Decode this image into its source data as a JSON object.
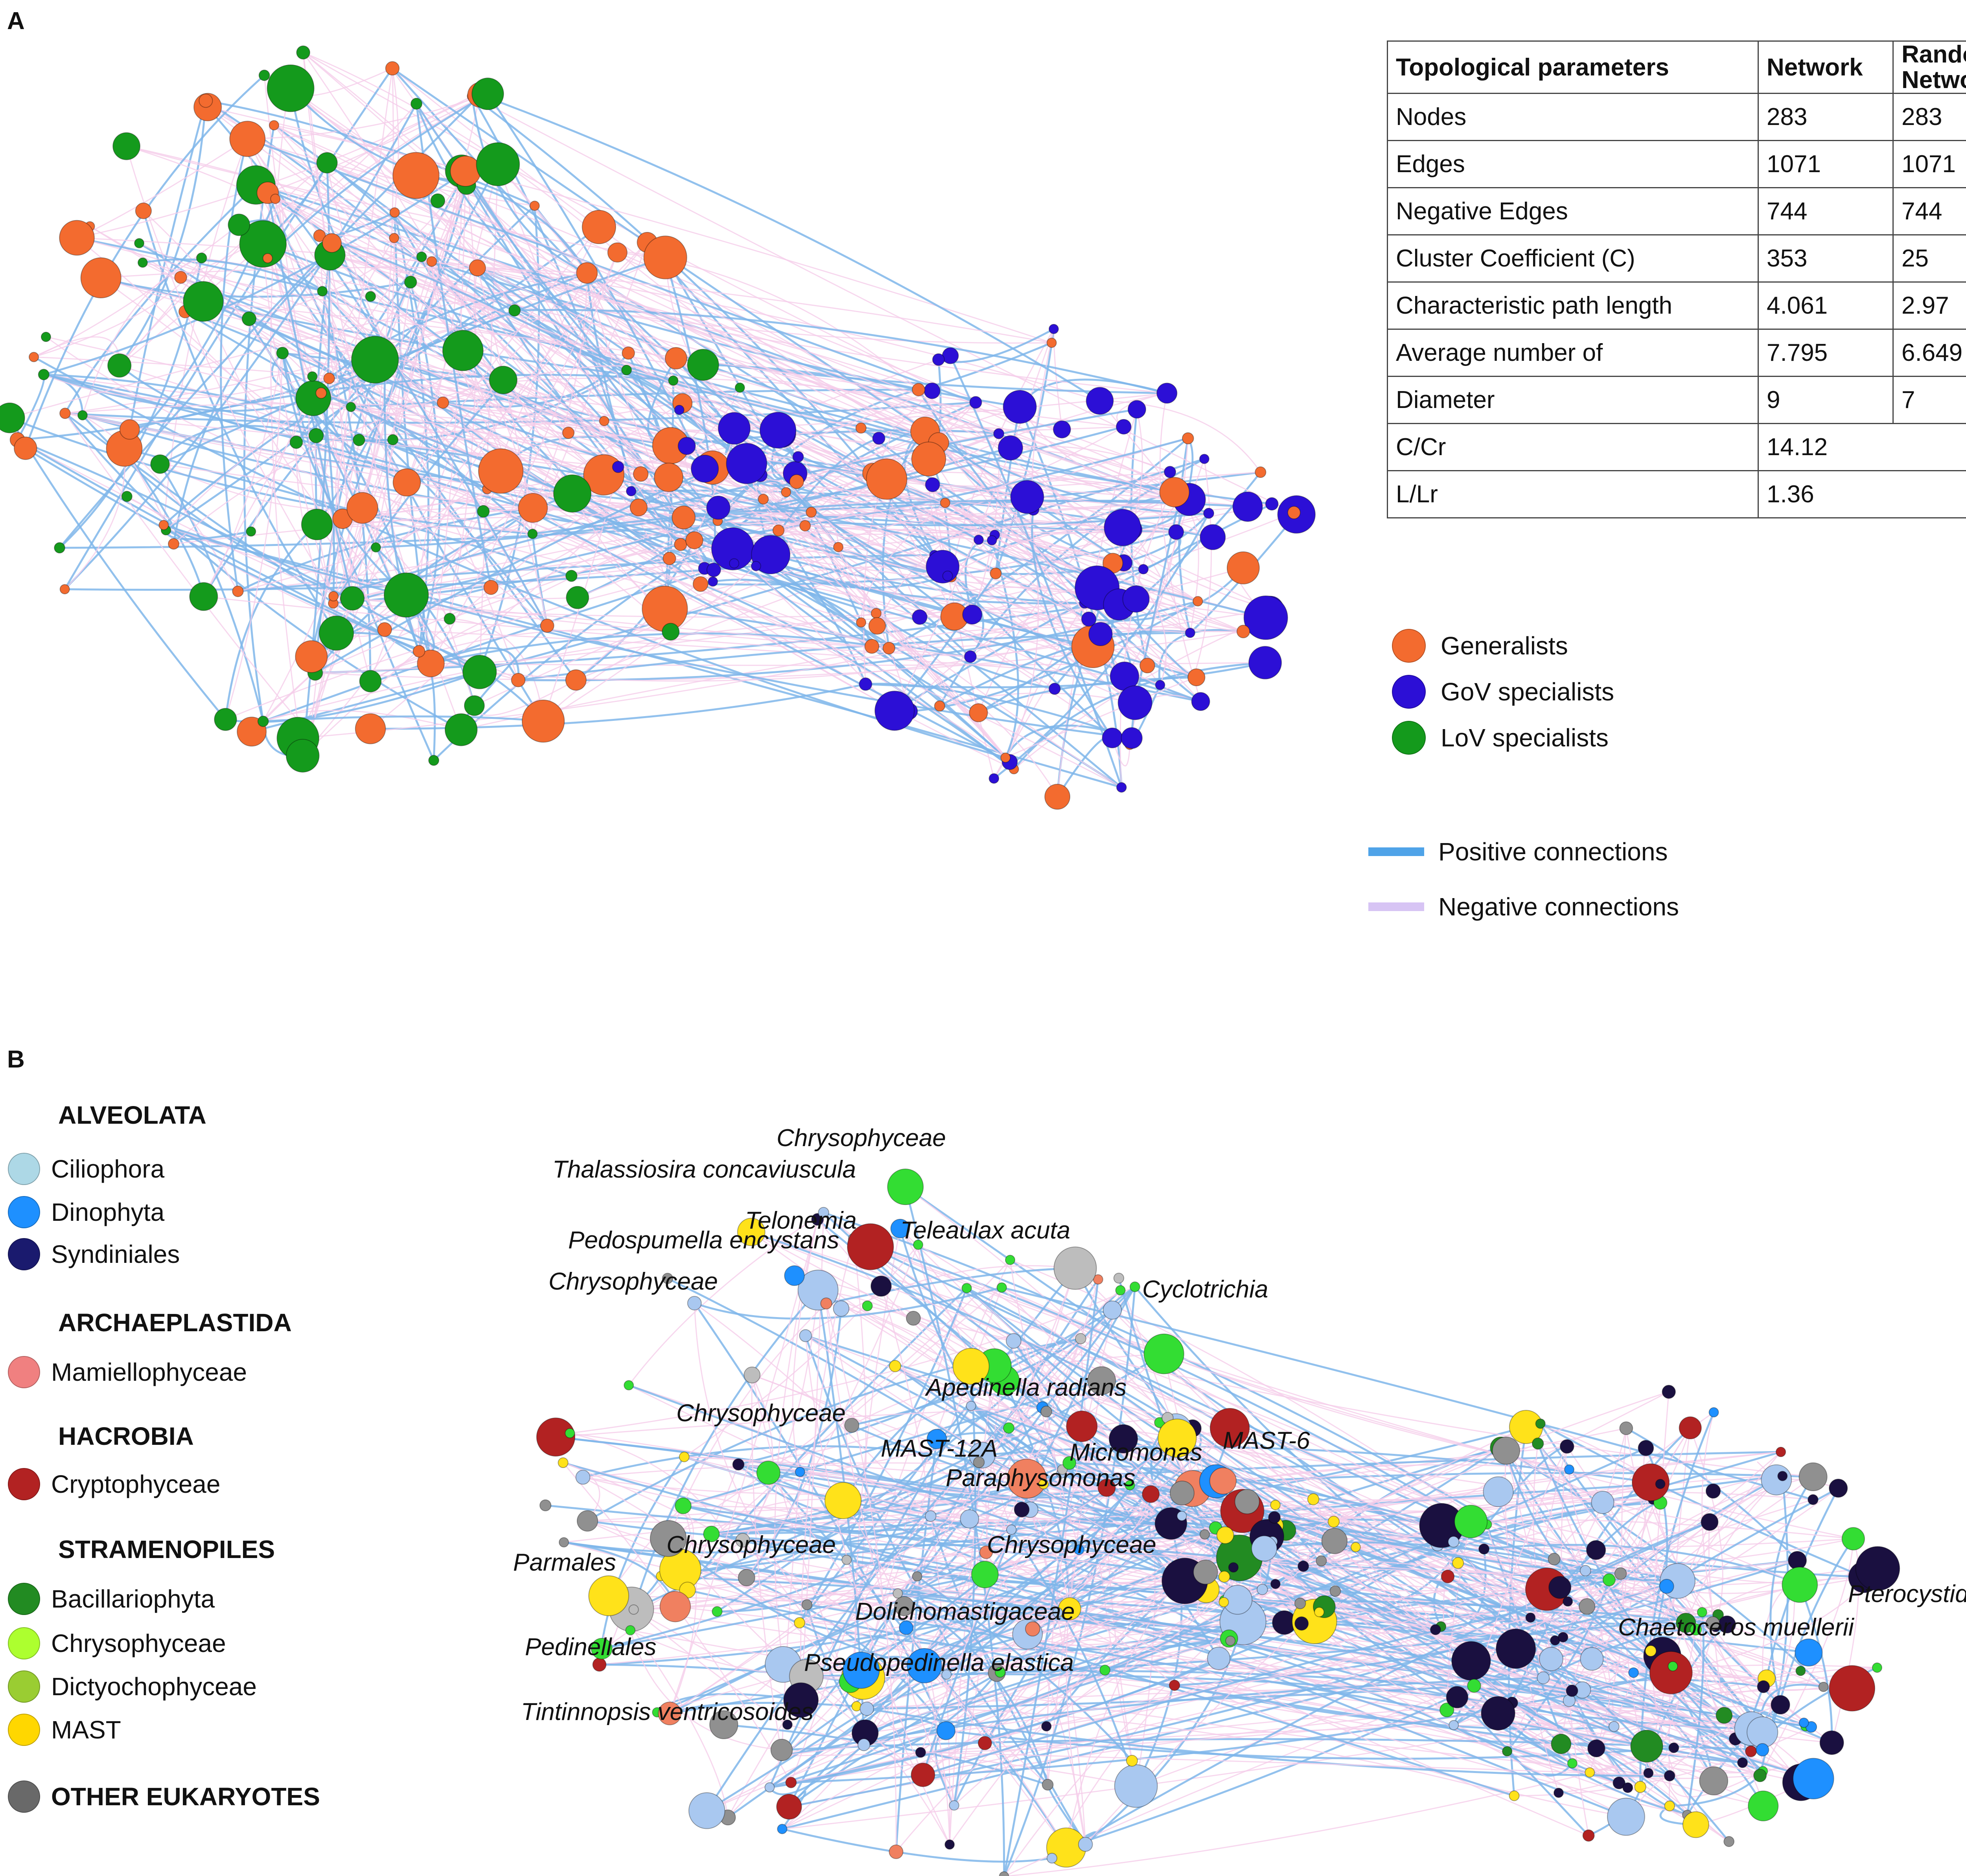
{
  "panel_a": {
    "label": "A",
    "table": {
      "header": [
        "Topological parameters",
        "Network",
        "Random Network"
      ],
      "rows": [
        [
          "Nodes",
          "283",
          "283"
        ],
        [
          "Edges",
          "1071",
          "1071"
        ],
        [
          "Negative Edges",
          "744",
          "744"
        ],
        [
          "Cluster Coefficient (C)",
          "353",
          "25"
        ],
        [
          "Characteristic path length",
          "4.061",
          "2.97"
        ],
        [
          "Average number of",
          "7.795",
          "6.649"
        ],
        [
          "Diameter",
          "9",
          "7"
        ]
      ],
      "span_rows": [
        [
          "C/Cr",
          "14.12"
        ],
        [
          "L/Lr",
          "1.36"
        ]
      ]
    },
    "node_legend": [
      {
        "label": "Generalists",
        "color": "#f36b2f"
      },
      {
        "label": "GoV specialists",
        "color": "#2c0fd6"
      },
      {
        "label": "LoV specialists",
        "color": "#149a1c"
      }
    ],
    "edge_legend": [
      {
        "label": "Positive connections",
        "color": "#4fa3e8"
      },
      {
        "label": "Negative connections",
        "color": "#d7c4f4"
      }
    ]
  },
  "panel_b": {
    "label": "B",
    "legend_groups": [
      {
        "heading": "ALVEOLATA",
        "items": [
          {
            "label": "Ciliophora",
            "color": "#add8e6"
          },
          {
            "label": "Dinophyta",
            "color": "#1e90ff"
          },
          {
            "label": "Syndiniales",
            "color": "#1a1a6e"
          }
        ]
      },
      {
        "heading": "ARCHAEPLASTIDA",
        "items": [
          {
            "label": "Mamiellophyceae",
            "color": "#f08080"
          }
        ]
      },
      {
        "heading": "HACROBIA",
        "items": [
          {
            "label": "Cryptophyceae",
            "color": "#b22222"
          }
        ]
      },
      {
        "heading": "STRAMENOPILES",
        "items": [
          {
            "label": "Bacillariophyta",
            "color": "#228b22"
          },
          {
            "label": "Chrysophyceae",
            "color": "#adff2f"
          },
          {
            "label": "Dictyochophyceae",
            "color": "#9acd32"
          },
          {
            "label": "MAST",
            "color": "#ffd700"
          }
        ]
      }
    ],
    "other_legend": {
      "label": "OTHER EUKARYOTES",
      "color": "#696969"
    },
    "node_labels": [
      "Chrysophyceae",
      "Thalassiosira concaviuscula",
      "Telonemia",
      "Teleaulax acuta",
      "Pedospumella encystans",
      "Chrysophyceae",
      "Cyclotrichia",
      "Apedinella radians",
      "Chrysophyceae",
      "MAST-12A",
      "Micromonas",
      "MAST-6",
      "Paraphysomonas",
      "Parmales",
      "Chrysophyceae",
      "Chrysophyceae",
      "Dolichomastigaceae",
      "Pedinellales",
      "Pseudopedinella elastica",
      "Tintinnopsis ventricosoides",
      "Pterocystida",
      "Chaetoceros muellerii"
    ]
  }
}
